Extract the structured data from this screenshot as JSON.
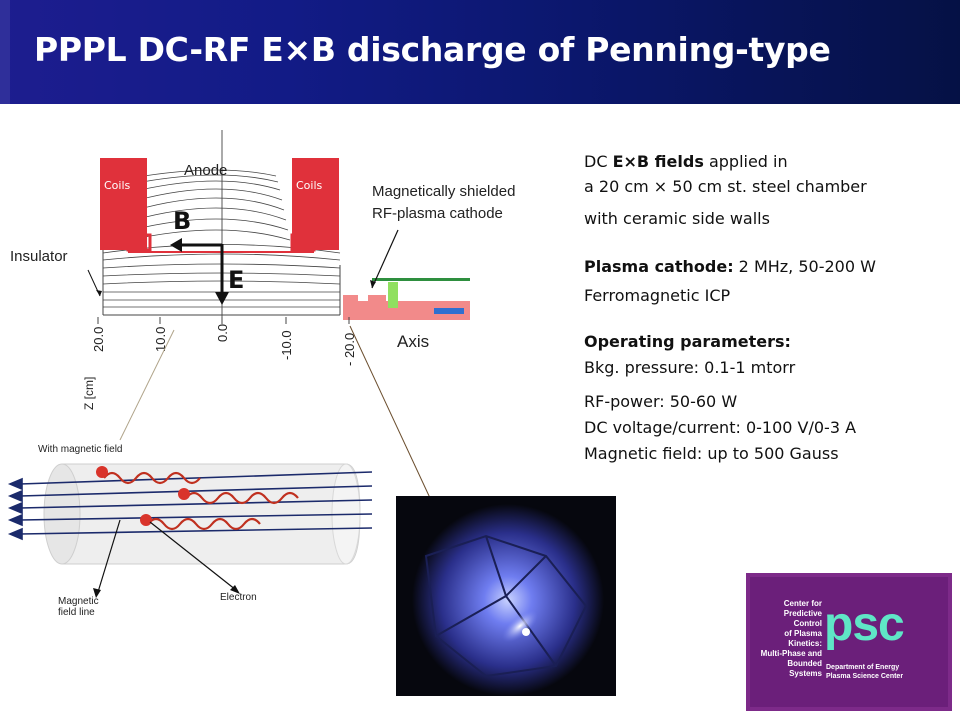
{
  "slide": {
    "title": "PPPL DC-RF E×B discharge of Penning-type"
  },
  "diagram": {
    "coils_left": "Coils",
    "coils_right": "Coils",
    "anode": "Anode",
    "insulator": "Insulator",
    "b_vector": "B",
    "e_vector": "E",
    "shielded_line1": "Magnetically shielded",
    "shielded_line2": "RF-plasma cathode",
    "axis_label": "Axis",
    "z_label": "Z [cm]",
    "ticks": [
      "20.0",
      "10.0",
      "0.0",
      "-10.0",
      "- 20.0"
    ]
  },
  "inset": {
    "header": "With magnetic field",
    "magnetic_line1": "Magnetic",
    "magnetic_line2": "field line",
    "electron": "Electron"
  },
  "info": {
    "line1_a": "DC ",
    "line1_bold": "E×B fields",
    "line1_b": " applied in",
    "line2": "a 20 cm × 50 cm st. steel chamber",
    "line3": "with ceramic side walls",
    "cathode_label": "Plasma cathode:",
    "cathode_value": "  2 MHz, 50-200 W",
    "cathode_line2": "Ferromagnetic ICP",
    "op_header": "Operating parameters:",
    "op1": "Bkg. pressure: 0.1-1 mtorr",
    "op2": "RF-power: 50-60 W",
    "op3": "DC voltage/current: 0-100 V/0-3 A",
    "op4": "Magnetic field: up to 500 Gauss"
  },
  "logo": {
    "lines": [
      "Center for",
      "Predictive Control",
      "of Plasma Kinetics:",
      "Multi-Phase and",
      "Bounded Systems"
    ],
    "wordmark": "psc",
    "doe_line1": "Department of Energy",
    "doe_line2": "Plasma Science Center"
  },
  "colors": {
    "title_bg": "#121b86",
    "coil": "#e0313b",
    "cathode": "#f28a8a",
    "photo_glow": "#6f7df0"
  }
}
